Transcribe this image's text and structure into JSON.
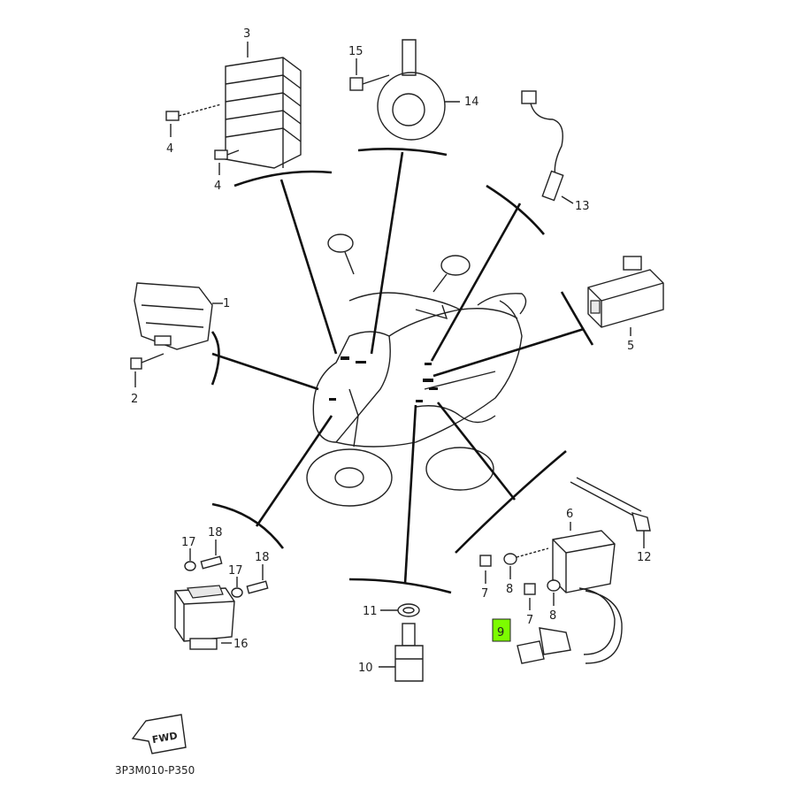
{
  "diagram": {
    "code": "3P3M010-P350",
    "fwd_label": "FWD",
    "highlight_color": "#7CFC00",
    "parts": [
      {
        "num": "1"
      },
      {
        "num": "2"
      },
      {
        "num": "3"
      },
      {
        "num": "4a",
        "label": "4"
      },
      {
        "num": "4b",
        "label": "4"
      },
      {
        "num": "5"
      },
      {
        "num": "6"
      },
      {
        "num": "7a",
        "label": "7"
      },
      {
        "num": "7b",
        "label": "7"
      },
      {
        "num": "8a",
        "label": "8"
      },
      {
        "num": "8b",
        "label": "8"
      },
      {
        "num": "9",
        "highlighted": true
      },
      {
        "num": "10"
      },
      {
        "num": "11"
      },
      {
        "num": "12"
      },
      {
        "num": "13"
      },
      {
        "num": "14"
      },
      {
        "num": "15"
      },
      {
        "num": "16"
      },
      {
        "num": "17a",
        "label": "17"
      },
      {
        "num": "17b",
        "label": "17"
      },
      {
        "num": "18a",
        "label": "18"
      },
      {
        "num": "18b",
        "label": "18"
      }
    ]
  },
  "labels": {
    "p1": "1",
    "p2": "2",
    "p3": "3",
    "p4a": "4",
    "p4b": "4",
    "p5": "5",
    "p6": "6",
    "p7a": "7",
    "p7b": "7",
    "p8a": "8",
    "p8b": "8",
    "p9": "9",
    "p10": "10",
    "p11": "11",
    "p12": "12",
    "p13": "13",
    "p14": "14",
    "p15": "15",
    "p16": "16",
    "p17a": "17",
    "p17b": "17",
    "p18a": "18",
    "p18b": "18"
  }
}
